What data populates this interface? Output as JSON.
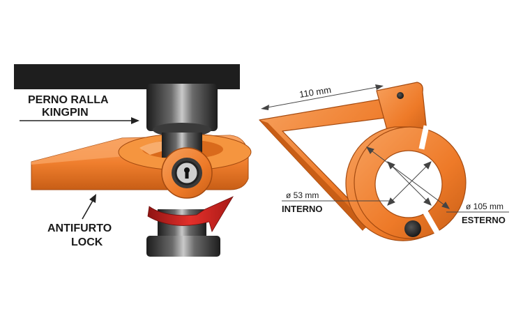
{
  "labels": {
    "kingpin_line1": "PERNO RALLA",
    "kingpin_line2": "KINGPIN",
    "lock_line1": "ANTIFURTO",
    "lock_line2": "LOCK",
    "length": "110 mm",
    "inner_diameter": "ø 53 mm",
    "inner_label": "INTERNO",
    "outer_diameter": "ø 105 mm",
    "outer_label": "ESTERNO"
  },
  "colors": {
    "orange": "#f07f2e",
    "orange_dark": "#c85e16",
    "orange_light": "#f9a463",
    "red_arrow": "#d8221f",
    "steel_dark": "#2a2a2a",
    "steel_mid": "#8a8a8a",
    "plate": "#1e1e1e"
  }
}
